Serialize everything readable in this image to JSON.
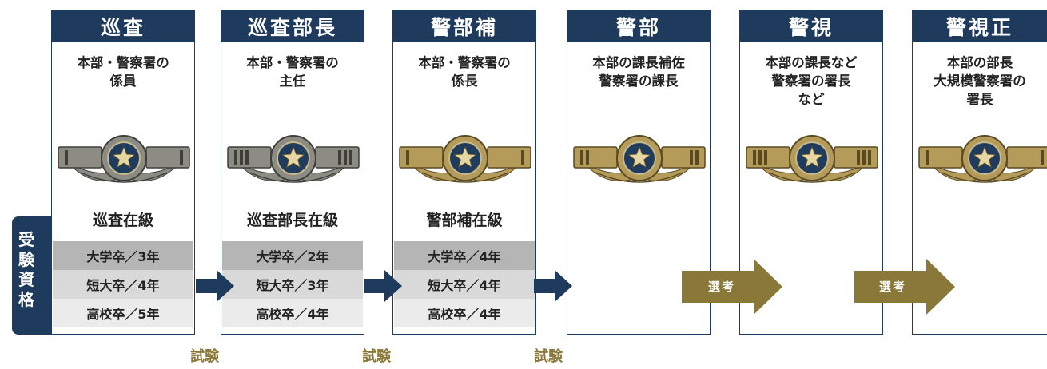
{
  "side_label": [
    "受",
    "験",
    "資",
    "格"
  ],
  "ranks": [
    {
      "title": "巡査",
      "post": "本部・警察署の\n係員",
      "badge_bars": 1,
      "grade": "巡査在級",
      "requirements": [
        "大学卒／3年",
        "短大卒／4年",
        "高校卒／5年"
      ]
    },
    {
      "title": "巡査部長",
      "post": "本部・警察署の\n主任",
      "badge_bars": 3,
      "grade": "巡査部長在級",
      "requirements": [
        "大学卒／2年",
        "短大卒／3年",
        "高校卒／4年"
      ]
    },
    {
      "title": "警部補",
      "post": "本部・警察署の\n係長",
      "badge_bars": 1,
      "grade": "警部補在級",
      "requirements": [
        "大学卒／4年",
        "短大卒／4年",
        "高校卒／4年"
      ]
    },
    {
      "title": "警部",
      "post": "本部の課長補佐\n警察署の課長",
      "badge_bars": 2,
      "grade": "",
      "requirements": []
    },
    {
      "title": "警視",
      "post": "本部の課長など\n警察署の署長\nなど",
      "badge_bars": 3,
      "grade": "",
      "requirements": []
    },
    {
      "title": "警視正",
      "post": "本部の部長\n大規模警察署の\n署長",
      "badge_bars": 1,
      "grade": "",
      "requirements": []
    }
  ],
  "exam_label": "試験",
  "selection_label": "選考",
  "colors": {
    "navy": "#1e3a5c",
    "gold": "#8a7838"
  }
}
